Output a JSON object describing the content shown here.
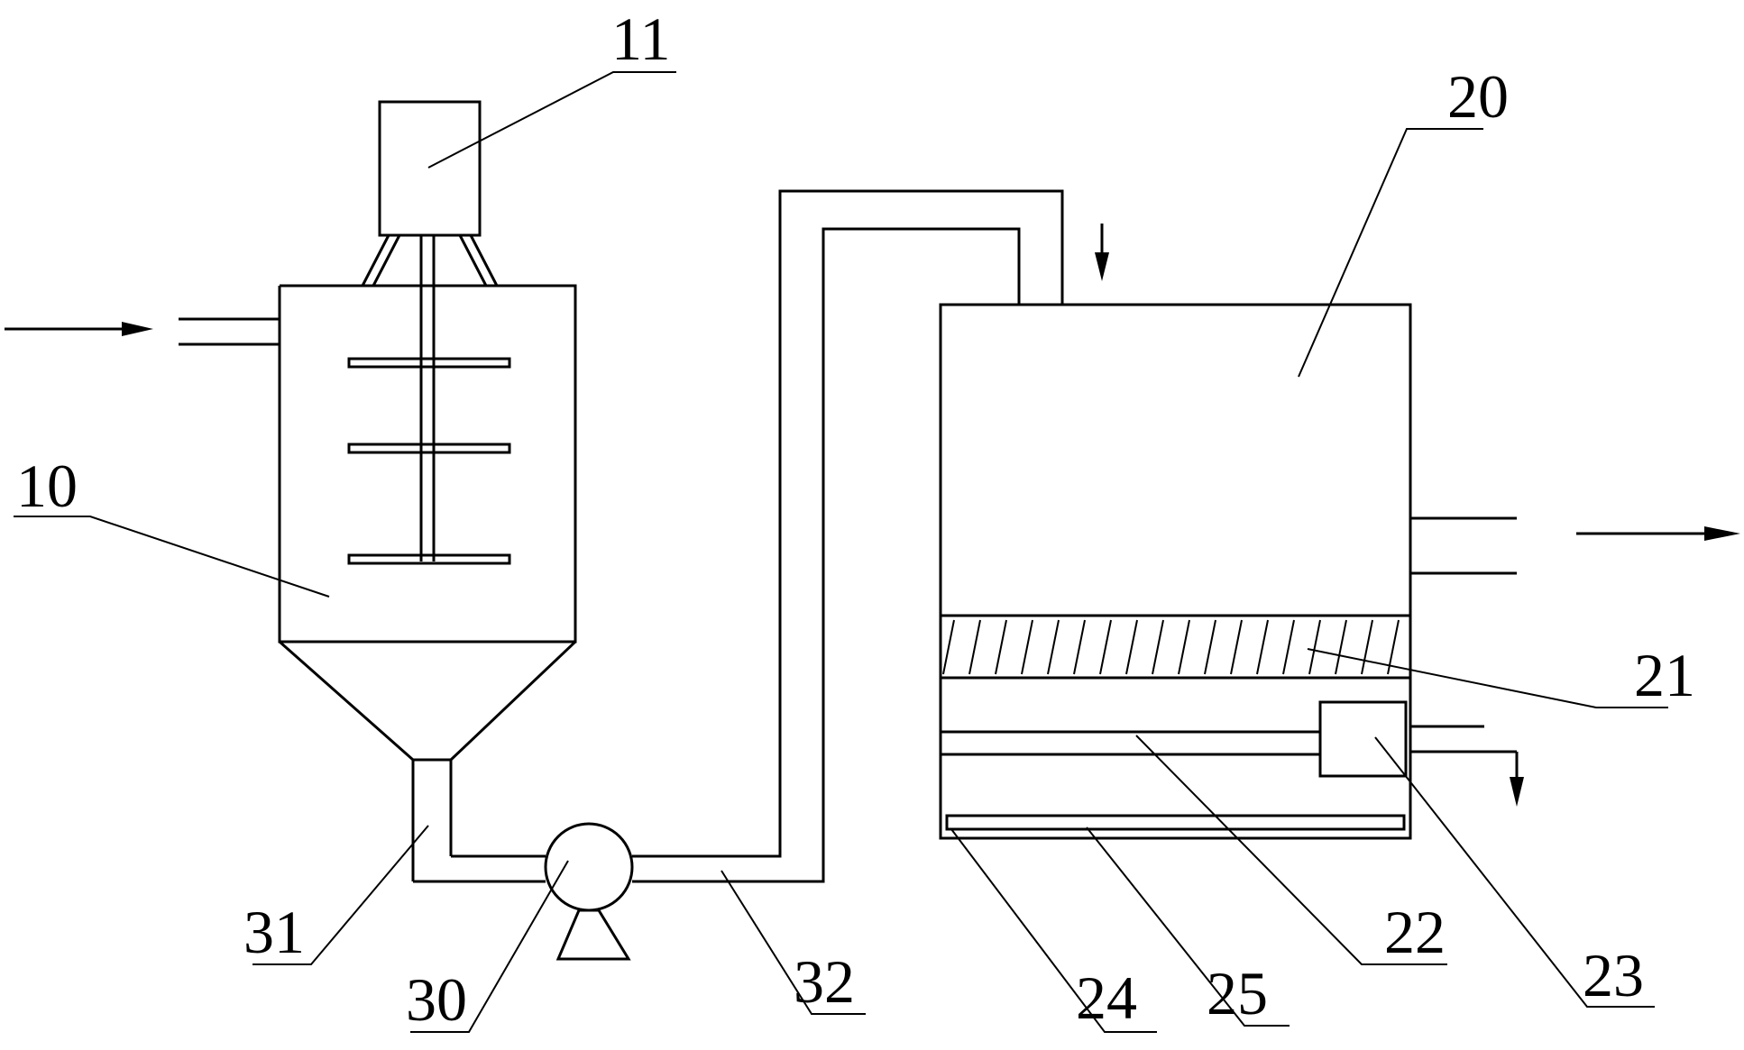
{
  "diagram": {
    "labels": {
      "mixing_tank": "10",
      "motor": "11",
      "settling_tank": "20",
      "filter_layer": "21",
      "pipe_22": "22",
      "box_23": "23",
      "bottom_24": "24",
      "bottom_plate_25": "25",
      "pump": "30",
      "outlet_pipe_31": "31",
      "transfer_pipe_32": "32"
    }
  }
}
